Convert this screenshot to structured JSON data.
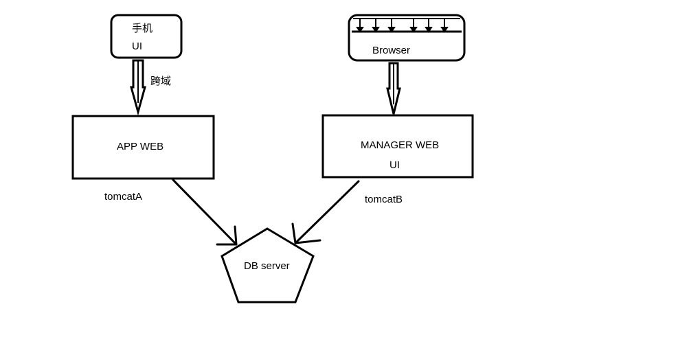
{
  "nodes": {
    "mobile": {
      "line1": "手机",
      "line2": "UI"
    },
    "browser": {
      "label": "Browser"
    },
    "app_web": {
      "label": "APP WEB",
      "server_label": "tomcatA"
    },
    "manager_web": {
      "line1": "MANAGER WEB",
      "line2": "UI",
      "server_label": "tomcatB"
    },
    "db": {
      "label": "DB server"
    }
  },
  "edges": {
    "mobile_to_app": {
      "label": "跨域"
    }
  },
  "colors": {
    "stroke": "#000000",
    "text": "#000000",
    "background": "#ffffff"
  }
}
